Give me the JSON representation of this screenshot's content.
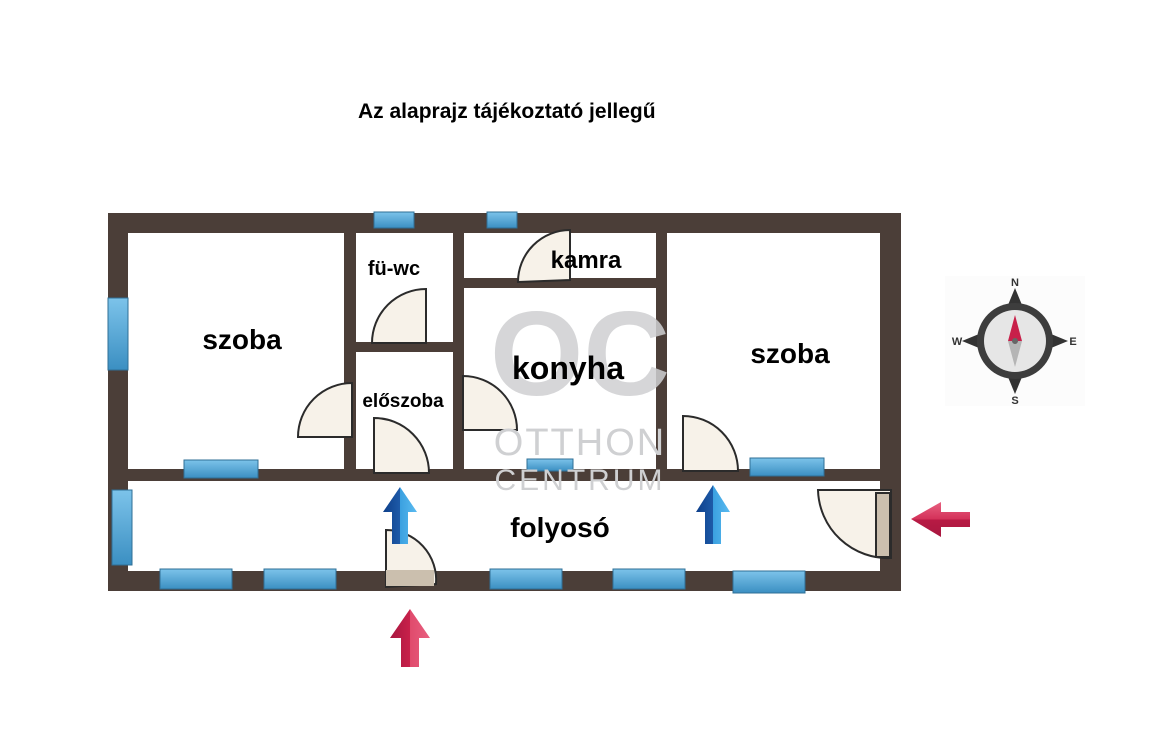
{
  "title": "Az alaprajz tájékoztató jellegű",
  "rooms": {
    "szoba_left": "szoba",
    "fu_wc": "fü-wc",
    "kamra": "kamra",
    "konyha": "konyha",
    "szoba_right": "szoba",
    "eloszoba": "előszoba",
    "folyoso": "folyosó"
  },
  "watermark": {
    "logo": "OC",
    "line1": "OTTHON",
    "line2": "CENTRUM"
  },
  "compass": {
    "n": "N",
    "e": "E",
    "s": "S",
    "w": "W"
  },
  "colors": {
    "wall": "#4b3e38",
    "window": "#4a9fcf",
    "door_fill": "#f7f2e9",
    "door_line": "#2b2b2b",
    "arrow_red": "#c8204a",
    "arrow_blue": "#1d5aa8",
    "watermark": "#cfd0d2"
  }
}
